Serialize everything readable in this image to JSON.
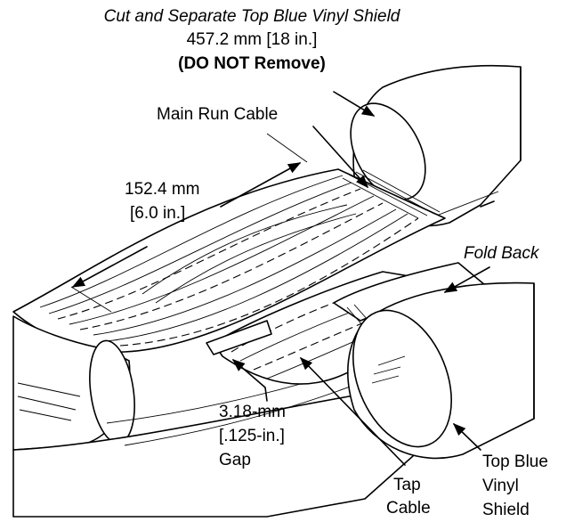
{
  "labels": {
    "cut_line1": "Cut and Separate Top Blue Vinyl Shield",
    "cut_line2": "457.2 mm [18 in.]",
    "cut_line3": "(DO NOT Remove)",
    "main_run": "Main Run Cable",
    "dim_line1": "152.4 mm",
    "dim_line2": "[6.0 in.]",
    "fold_back": "Fold Back",
    "gap_line1": "3.18-mm",
    "gap_line2": "[.125-in.]",
    "gap_line3": "Gap",
    "tap_line1": "Tap",
    "tap_line2": "Cable",
    "shield_line1": "Top Blue",
    "shield_line2": "Vinyl",
    "shield_line3": "Shield"
  }
}
